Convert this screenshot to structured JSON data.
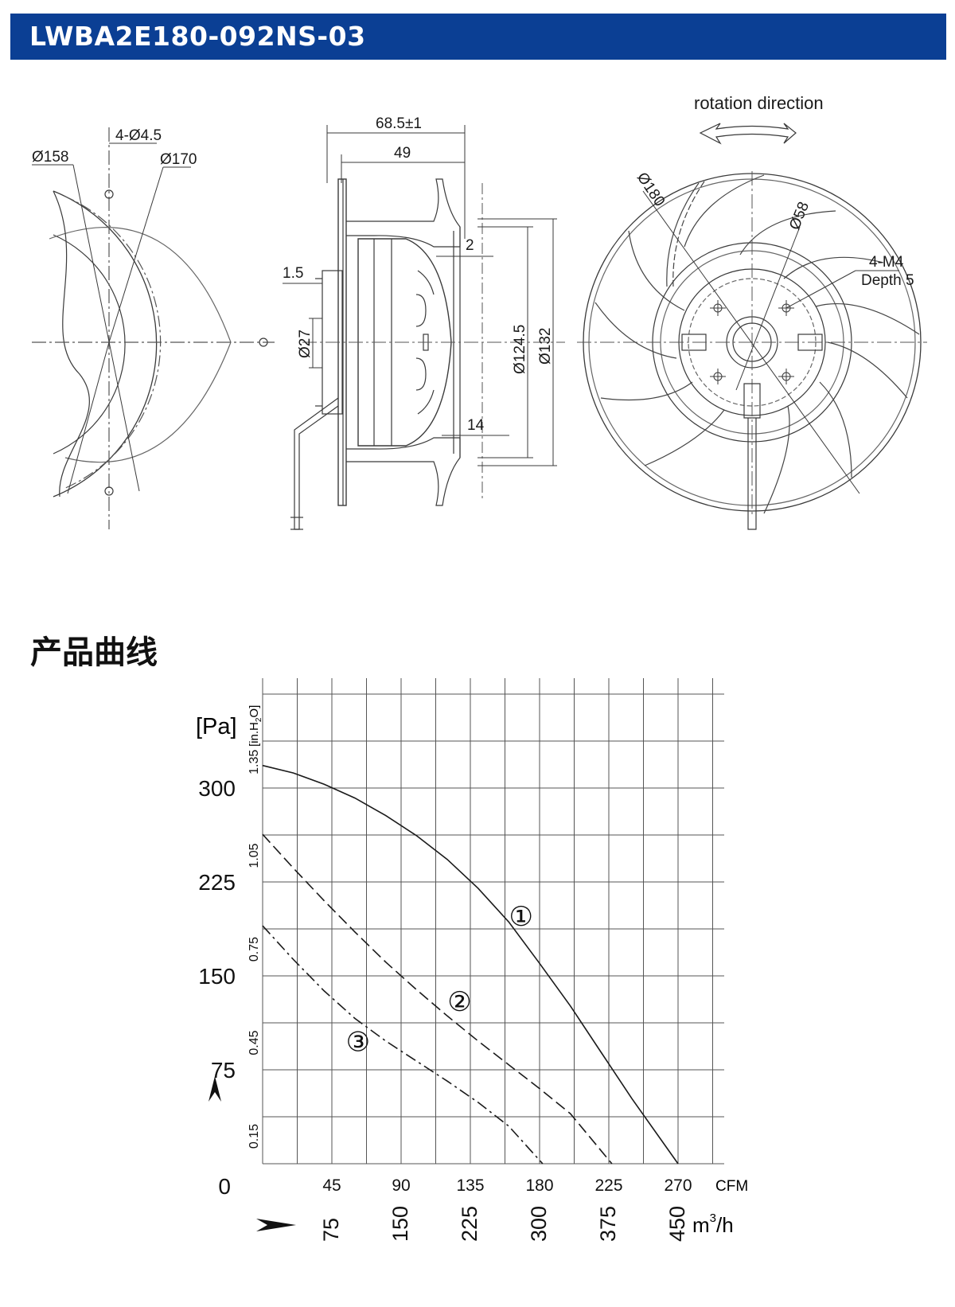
{
  "header": {
    "model": "LWBA2E180-092NS-03",
    "bar_color": "#0b3f94"
  },
  "drawing": {
    "left_view": {
      "d158": "Ø158",
      "holes": "4-Ø4.5",
      "d170": "Ø170"
    },
    "side_view": {
      "w68": "68.5±1",
      "w49": "49",
      "d2": "2",
      "t15": "1.5",
      "d27": "Ø27",
      "d1245": "Ø124.5",
      "d132": "Ø132",
      "d14": "14"
    },
    "front_view": {
      "rotation": "rotation direction",
      "d180": "Ø180",
      "d58": "Ø58",
      "m4": "4-M4",
      "depth": "Depth 5"
    }
  },
  "section_title": "产品曲线",
  "chart_data": {
    "type": "line",
    "title": "",
    "ylabel": "[Pa]",
    "ylabel_secondary": "[in.H₂O]",
    "ylabel_secondary_base": "[in.H",
    "ylabel_secondary_sub": "2",
    "ylabel_secondary_end": "O]",
    "y_ticks": [
      "0",
      "75",
      "150",
      "225",
      "300"
    ],
    "y_tick_values": [
      0,
      75,
      150,
      225,
      300
    ],
    "y2_ticks": [
      "0.15",
      "0.45",
      "0.75",
      "1.05",
      "1.35"
    ],
    "y2_tick_values": [
      37.4,
      112.1,
      186.8,
      261.5,
      336.3
    ],
    "x_ticks_cfm": [
      "45",
      "90",
      "135",
      "180",
      "225",
      "270"
    ],
    "x_cfm_values": [
      45,
      90,
      135,
      180,
      225,
      270
    ],
    "x_unit_cfm": "CFM",
    "x_ticks_m3h": [
      "75",
      "150",
      "225",
      "300",
      "375",
      "450"
    ],
    "x_unit_m3h": "m³/h",
    "x_unit_m3h_base": "m",
    "x_unit_m3h_sup": "3",
    "x_unit_m3h_end": "/h",
    "xlim_cfm": [
      0,
      300
    ],
    "ylim": [
      0,
      375
    ],
    "grid": true,
    "series": [
      {
        "name": "①",
        "style": "solid",
        "x_cfm": [
          0,
          20,
          40,
          60,
          80,
          100,
          120,
          140,
          160,
          180,
          200,
          220,
          240,
          270
        ],
        "y": [
          318,
          312,
          303,
          292,
          278,
          262,
          243,
          220,
          193,
          160,
          126,
          89,
          52,
          0
        ]
      },
      {
        "name": "②",
        "style": "dashed",
        "x_cfm": [
          0,
          20,
          40,
          60,
          80,
          100,
          120,
          140,
          160,
          180,
          200,
          227
        ],
        "y": [
          263,
          236,
          210,
          185,
          161,
          139,
          118,
          98,
          79,
          60,
          40,
          0
        ]
      },
      {
        "name": "③",
        "style": "dashdot",
        "x_cfm": [
          0,
          20,
          40,
          60,
          80,
          100,
          120,
          140,
          160,
          182
        ],
        "y": [
          190,
          163,
          138,
          116,
          98,
          82,
          66,
          49,
          30,
          0
        ]
      }
    ],
    "colors": {
      "line": "#1a1a1a",
      "grid": "#555555"
    }
  }
}
